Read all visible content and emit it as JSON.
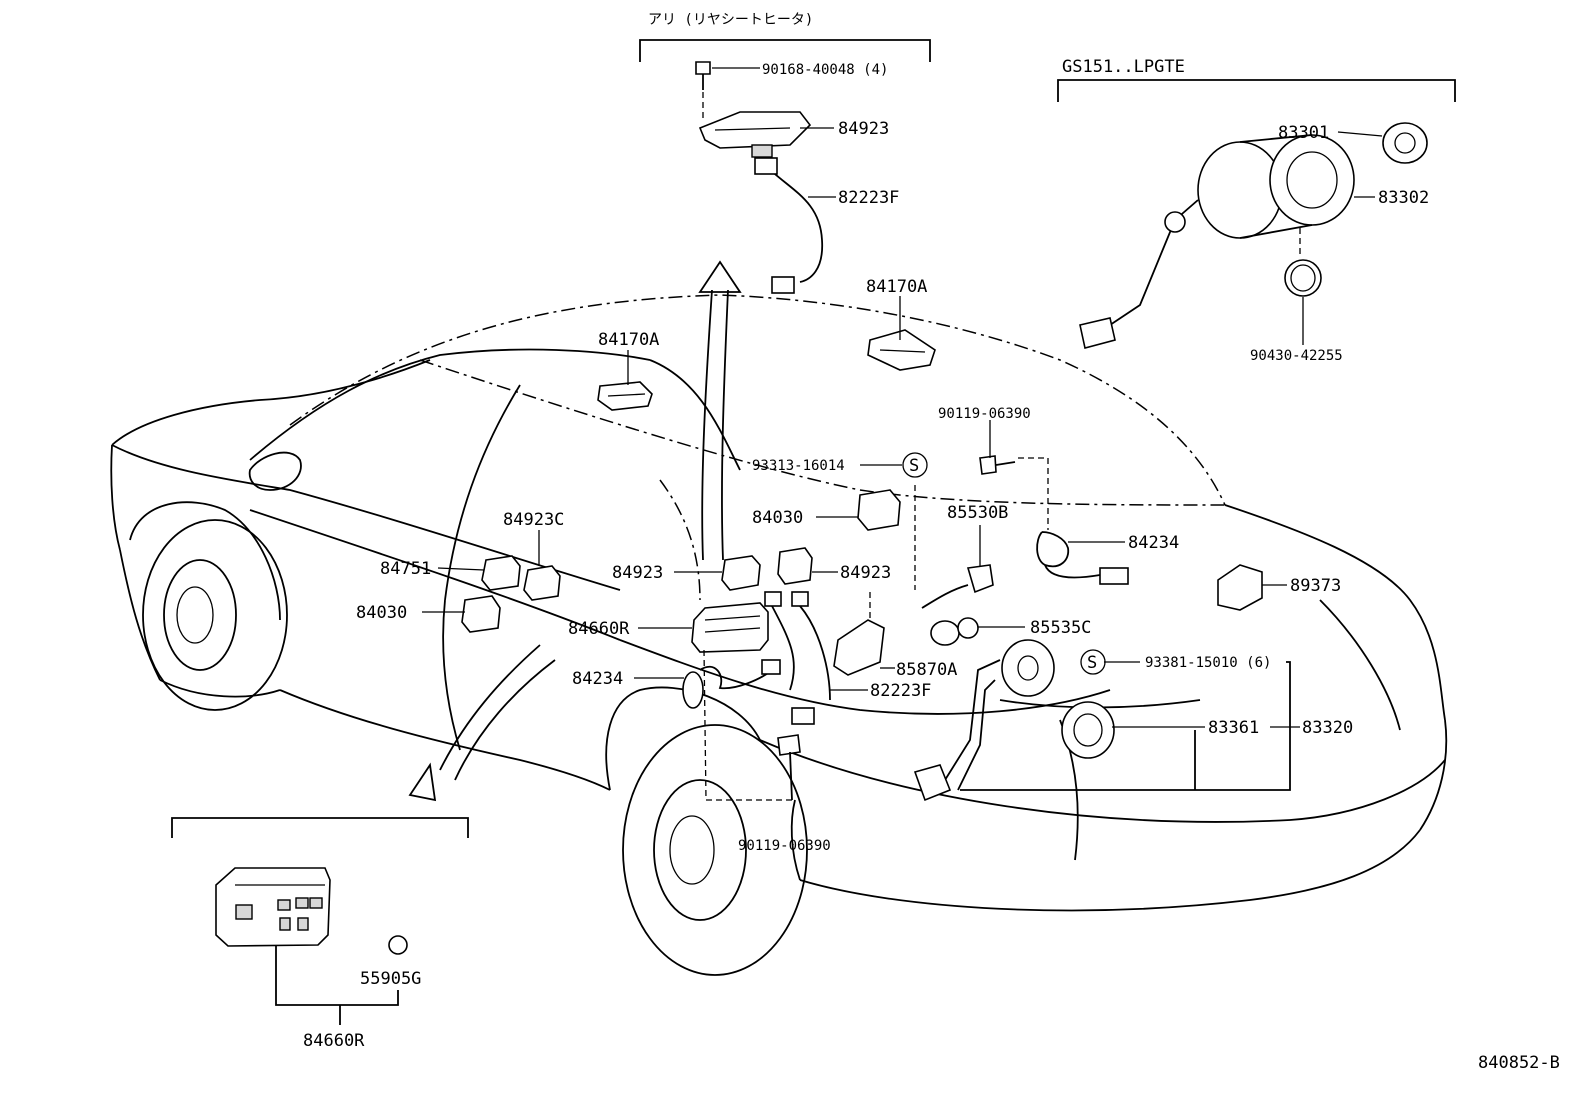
{
  "diagram": {
    "header_rear_seat_heater": "アリ (リヤシートヒータ)",
    "header_gs151": "GS151..LPGTE",
    "diagram_code": "840852-B",
    "callouts": {
      "p90168_40048": "90168-40048 (4)",
      "p84923_top": "84923",
      "p82223F_top": "82223F",
      "p84170A_roof": "84170A",
      "p84170A_left": "84170A",
      "p83301": "83301",
      "p83302": "83302",
      "p90430_42255": "90430-42255",
      "p90119_06390_top": "90119-06390",
      "p93313_16014": "93313-16014",
      "p84030_mid": "84030",
      "p85530B": "85530B",
      "p84234_right": "84234",
      "p84923C": "84923C",
      "p84751": "84751",
      "p84030_left": "84030",
      "p84923_left": "84923",
      "p84923_right": "84923",
      "p89373": "89373",
      "p84660R_mid": "84660R",
      "p85535C": "85535C",
      "p85870A": "85870A",
      "p93381_15010": "93381-15010 (6)",
      "p84234_left": "84234",
      "p82223F_mid": "82223F",
      "p83361": "83361",
      "p83320": "83320",
      "p90119_06390_bottom": "90119-06390",
      "p55905G": "55905G",
      "p84660R_bottom": "84660R"
    },
    "symbol_s": "S"
  }
}
